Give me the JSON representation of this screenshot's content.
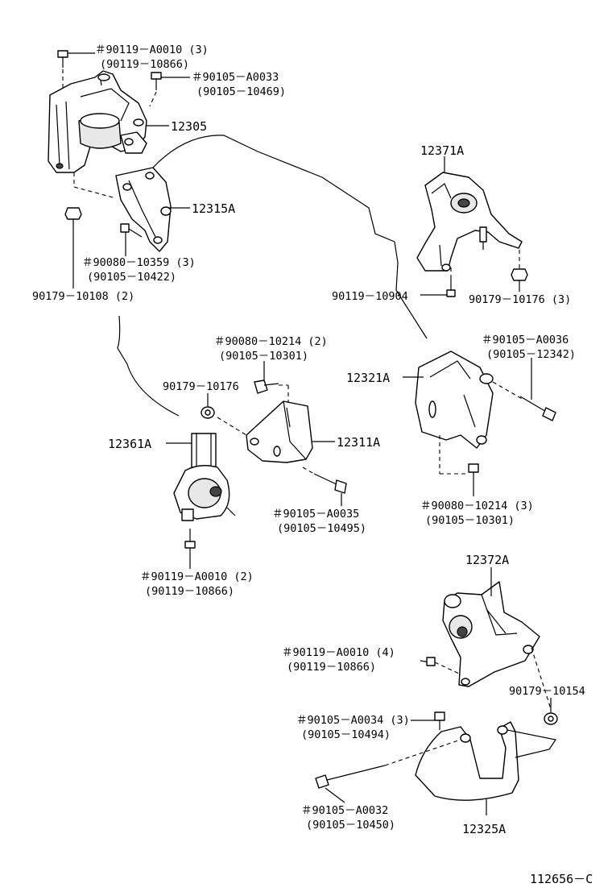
{
  "labels": {
    "l01": "＃90119－A0010 (3)",
    "l02": "(90119－10866)",
    "l03": "＃90105－A0033",
    "l04": "(90105－10469)",
    "l05": "12305",
    "l06": "12371A",
    "l07": "12315A",
    "l08": "＃90080－10359 (3)",
    "l09": "(90105－10422)",
    "l10": "90179－10108 (2)",
    "l11": "90119－10904",
    "l12": "90179－10176 (3)",
    "l13": "＃90080－10214 (2)",
    "l14": "(90105－10301)",
    "l15": "＃90105－A0036",
    "l16": "(90105－12342)",
    "l17": "90179－10176",
    "l18": "12321A",
    "l19": "12361A",
    "l20": "12311A",
    "l21": "＃90080－10214 (3)",
    "l22": "(90105－10301)",
    "l23": "＃90105－A0035",
    "l24": "(90105－10495)",
    "l25": "＃90119－A0010 (2)",
    "l26": "(90119－10866)",
    "l27": "12372A",
    "l28": "＃90119－A0010 (4)",
    "l29": "(90119－10866)",
    "l30": "90179－10154",
    "l31": "＃90105－A0034 (3)",
    "l32": "(90105－10494)",
    "l33": "＃90105－A0032",
    "l34": "(90105－10450)",
    "l35": "12325A",
    "l36": "112656－C"
  }
}
